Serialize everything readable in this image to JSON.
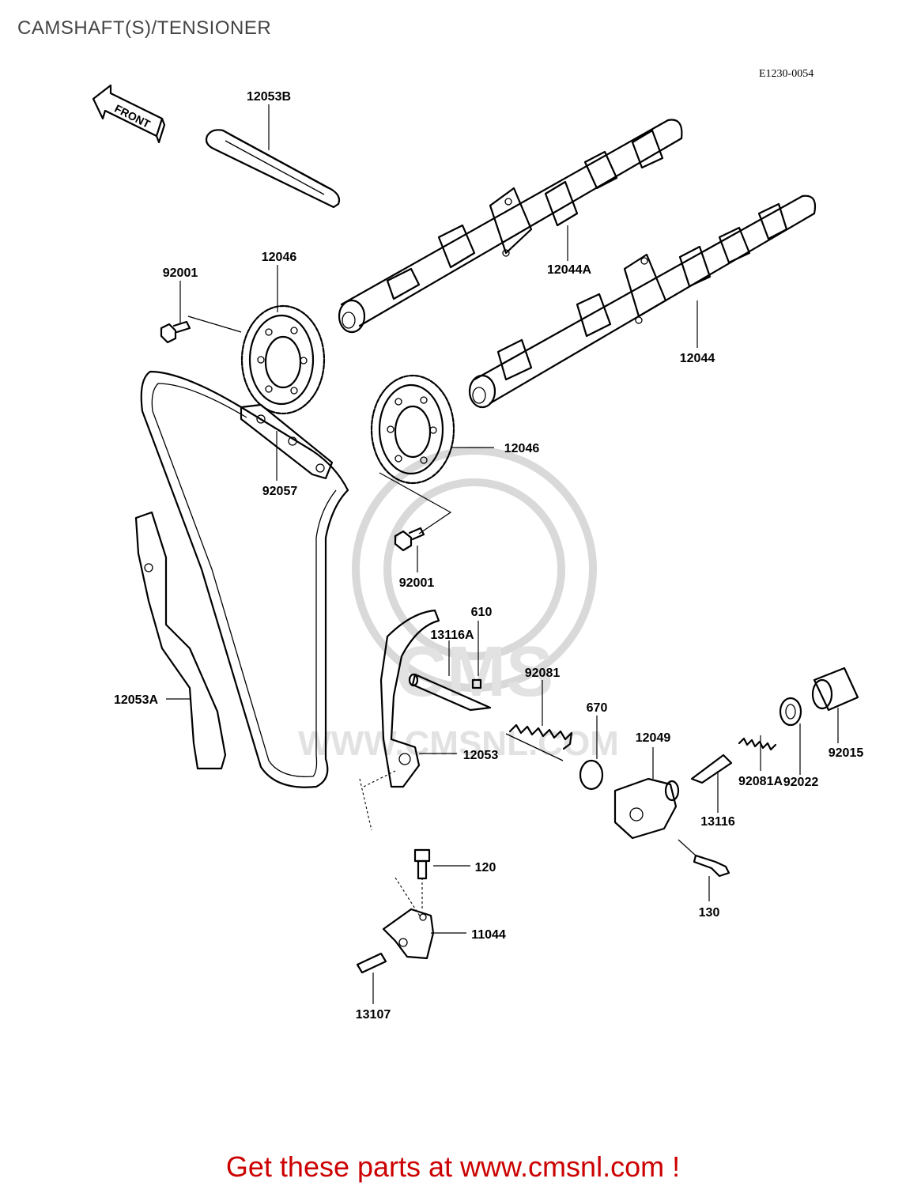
{
  "title": "CAMSHAFT(S)/TENSIONER",
  "diagram_code": "E1230-0054",
  "front_arrow_text": "FRONT",
  "watermark": {
    "text": "WWW.CMSNL.COM",
    "logo": "CMS"
  },
  "callouts": {
    "c12053B": "12053B",
    "c12046_top": "12046",
    "c92001_top": "92001",
    "c12044A": "12044A",
    "c12044": "12044",
    "c12046_mid": "12046",
    "c92057": "92057",
    "c92001_mid": "92001",
    "c610": "610",
    "c13116A": "13116A",
    "c92081": "92081",
    "c670": "670",
    "c12049": "12049",
    "c12053A": "12053A",
    "c12053": "12053",
    "c13116": "13116",
    "c92081A": "92081A",
    "c92022": "92022",
    "c92015": "92015",
    "c120": "120",
    "c130": "130",
    "c11044": "11044",
    "c13107": "13107"
  },
  "promo": "Get these parts at www.cmsnl.com !",
  "colors": {
    "promo": "#cc0000",
    "title": "#444444",
    "watermark": "#d9d9d9"
  }
}
